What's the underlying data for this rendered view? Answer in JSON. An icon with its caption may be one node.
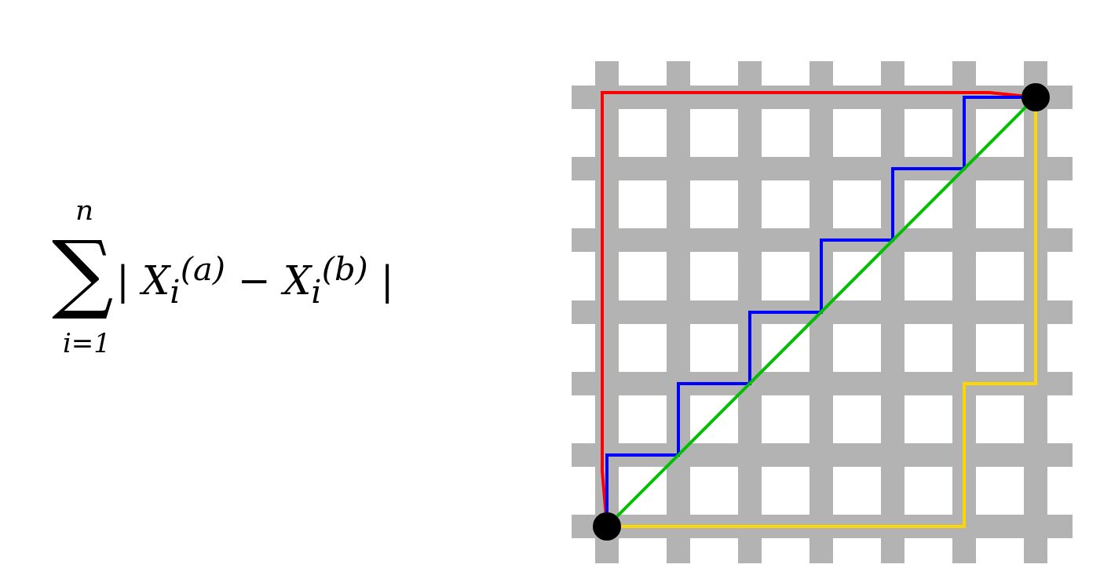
{
  "diagram": {
    "nodes": [
      {
        "text": [],
        "shape": "circle"
      },
      {
        "text": [],
        "shape": "circle"
      }
    ],
    "edges": [
      {
        "from": 0,
        "to": 1,
        "arrow": "none",
        "color": "#ff0000"
      },
      {
        "from": 0,
        "to": 1,
        "arrow": "none",
        "color": "#0000ff"
      },
      {
        "from": 0,
        "to": 1,
        "arrow": "none",
        "color": "#00c000"
      },
      {
        "from": 0,
        "to": 1,
        "arrow": "none",
        "color": "#ffd700"
      }
    ],
    "labels": [
      "n",
      "∑",
      "i=1",
      "| X$_{i}$$^{(a)}$ − X$_{i}$$^{(b)}$ |"
    ]
  }
}
